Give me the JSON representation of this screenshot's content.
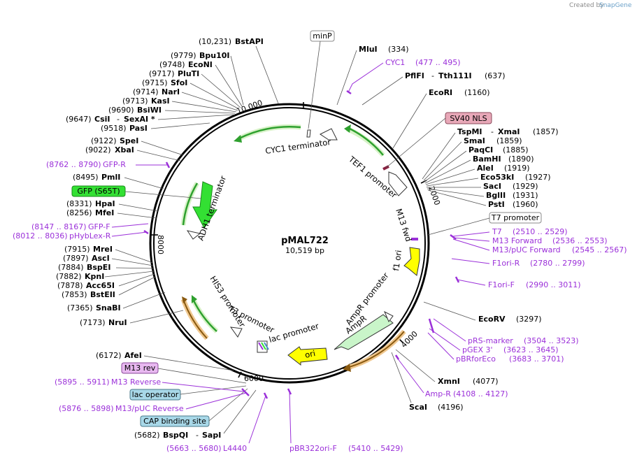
{
  "credit": {
    "prefix": "Created by",
    "brand": "SnapGene"
  },
  "plasmid": {
    "name": "pMAL722",
    "size": "10,519 bp"
  },
  "ticks": {
    "t2000": "2000",
    "t4000": "4000",
    "t6000": "6000",
    "t8000": "8000",
    "t10000": "10,000"
  },
  "boxed": {
    "minp": "minP",
    "sv40": "SV40 NLS",
    "t7promoter": "T7 promoter",
    "gfp": "GFP (S65T)",
    "m13rev": "M13 rev",
    "lacop": "lac operator",
    "cap": "CAP binding site"
  },
  "features": {
    "cyc1term": "CYC1 terminator",
    "tef1": "TEF1 promoter",
    "adh1": "ADH1 terminator",
    "m13fwd": "M13 fwd",
    "f1ori": "f1 ori",
    "amprprom": "AmpR promoter",
    "ampr": "AmpR",
    "ori": "ori",
    "his3": "HIS3 promoter",
    "t3": "T3 promoter",
    "lacprom": "lac promoter"
  },
  "sites": {
    "mlui": {
      "name": "MluI",
      "pos": "(334)"
    },
    "pflfi": {
      "name": "PflFI",
      "dash": "-",
      "name2": "Tth111I",
      "pos": "(637)"
    },
    "ecori": {
      "name": "EcoRI",
      "pos": "(1160)"
    },
    "tspmi": {
      "name": "TspMI",
      "dash": "-",
      "name2": "XmaI",
      "pos": "(1857)"
    },
    "smai": {
      "name": "SmaI",
      "pos": "(1859)"
    },
    "paqci": {
      "name": "PaqCI",
      "pos": "(1885)"
    },
    "bamhi": {
      "name": "BamHI",
      "pos": "(1890)"
    },
    "alei": {
      "name": "AleI",
      "pos": "(1919)"
    },
    "eco53ki": {
      "name": "Eco53kI",
      "pos": "(1927)"
    },
    "saci": {
      "name": "SacI",
      "pos": "(1929)"
    },
    "bglii": {
      "name": "BglII",
      "pos": "(1931)"
    },
    "psti": {
      "name": "PstI",
      "pos": "(1960)"
    },
    "ecorv": {
      "name": "EcoRV",
      "pos": "(3297)"
    },
    "xmni": {
      "name": "XmnI",
      "pos": "(4077)"
    },
    "scai": {
      "name": "ScaI",
      "pos": "(4196)"
    },
    "bspqi": {
      "pos": "(5682)",
      "name": "BspQI",
      "dash": "-",
      "name2": "SapI"
    },
    "afei": {
      "pos": "(6172)",
      "name": "AfeI"
    },
    "nrui": {
      "pos": "(7173)",
      "name": "NruI"
    },
    "snabi": {
      "pos": "(7365)",
      "name": "SnaBI"
    },
    "bsteii": {
      "pos": "(7853)",
      "name": "BstEII"
    },
    "acc65i": {
      "pos": "(7878)",
      "name": "Acc65I"
    },
    "kpni": {
      "pos": "(7882)",
      "name": "KpnI"
    },
    "bspei": {
      "pos": "(7884)",
      "name": "BspEI"
    },
    "asci": {
      "pos": "(7897)",
      "name": "AscI"
    },
    "mrei": {
      "pos": "(7915)",
      "name": "MreI"
    },
    "mfei": {
      "pos": "(8256)",
      "name": "MfeI"
    },
    "hpai": {
      "pos": "(8331)",
      "name": "HpaI"
    },
    "pmli": {
      "pos": "(8495)",
      "name": "PmlI"
    },
    "xbai": {
      "pos": "(9022)",
      "name": "XbaI"
    },
    "spei": {
      "pos": "(9122)",
      "name": "SpeI"
    },
    "pasi": {
      "pos": "(9518)",
      "name": "PasI"
    },
    "csii": {
      "pos": "(9647)",
      "name": "CsiI",
      "dash": "-",
      "name2": "SexAI *"
    },
    "bsiwi": {
      "pos": "(9690)",
      "name": "BsiWI"
    },
    "kasi": {
      "pos": "(9713)",
      "name": "KasI"
    },
    "nari": {
      "pos": "(9714)",
      "name": "NarI"
    },
    "sfoi": {
      "pos": "(9715)",
      "name": "SfoI"
    },
    "pluti": {
      "pos": "(9717)",
      "name": "PluTI"
    },
    "econi": {
      "pos": "(9748)",
      "name": "EcoNI"
    },
    "bpu10i": {
      "pos": "(9779)",
      "name": "Bpu10I"
    },
    "bstapi": {
      "pos": "(10,231)",
      "name": "BstAPI"
    }
  },
  "primers": {
    "cyc1": {
      "name": "CYC1",
      "range": "(477 .. 495)"
    },
    "t7": {
      "name": "T7",
      "range": "(2510 .. 2529)"
    },
    "m13forward": {
      "name": "M13 Forward",
      "range": "(2536 .. 2553)"
    },
    "m13pucfwd": {
      "name": "M13/pUC Forward",
      "range": "(2545 .. 2567)"
    },
    "f1orir": {
      "name": "F1ori-R",
      "range": "(2780 .. 2799)"
    },
    "f1orif": {
      "name": "F1ori-F",
      "range": "(2990 .. 3011)"
    },
    "prsmarker": {
      "name": "pRS-marker",
      "range": "(3504 .. 3523)"
    },
    "pgex3": {
      "name": "pGEX 3'",
      "range": "(3623 .. 3645)"
    },
    "pbrforeco": {
      "name": "pBRforEco",
      "range": "(3683 .. 3701)"
    },
    "ampr": {
      "name": "Amp-R",
      "range": "(4108 .. 4127)"
    },
    "pbr322ori": {
      "name": "pBR322ori-F",
      "range": "(5410 .. 5429)"
    },
    "l4440": {
      "range": "(5663 .. 5680)",
      "name": "L4440"
    },
    "m13pucrev": {
      "range": "(5876 .. 5898)",
      "name": "M13/pUC Reverse"
    },
    "m13reverse": {
      "range": "(5895 .. 5911)",
      "name": "M13 Reverse"
    },
    "phyblexr": {
      "range": "(8012 .. 8036)",
      "name": "pHybLex-R"
    },
    "gfpf": {
      "range": "(8147 .. 8167)",
      "name": "GFP-F"
    },
    "gfpr": {
      "range": "(8762 .. 8790)",
      "name": "GFP-R"
    }
  },
  "colors": {
    "backbone": "#000000",
    "primer": "#9b30d9",
    "feature_green": "#2ea02e",
    "feature_yellow": "#ffff00",
    "feature_lightgreen": "#c9f5c9",
    "feature_orange": "#f0a040",
    "gfp_fill": "#33e033",
    "sv40_fill": "#e8a8b8",
    "m13rev_fill": "#e8b8f0",
    "lacop_fill": "#a8d8e8"
  }
}
